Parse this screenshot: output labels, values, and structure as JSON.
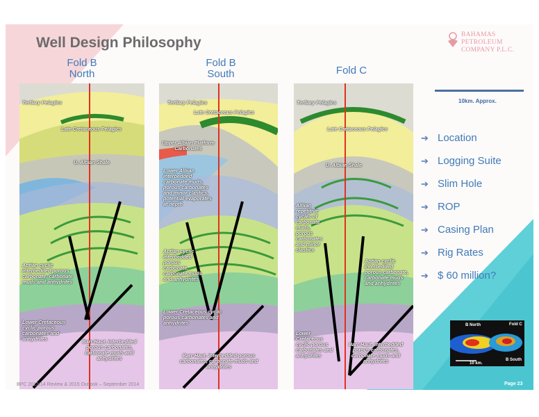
{
  "slide": {
    "title": "Well Design Philosophy",
    "logo": {
      "line1": "BAHAMAS",
      "line2": "PETROLEUM",
      "line3": "COMPANY P.L.C."
    },
    "footer": "BPC 2013/14 Review & 2015 Outlook – September 2014",
    "page": "Page 23"
  },
  "colors": {
    "accent_blue": "#3e7bb8",
    "pink_band": "#f7d6da",
    "teal_band": "#5fd0d8",
    "fault_line": "#000000",
    "well_line": "#e0301e"
  },
  "folds": [
    {
      "label_line1": "Fold B",
      "label_line2": "North",
      "labels": [
        "Tertiary Pelagics",
        "Late Cretaceous Pelagics",
        "U. Albian Shale",
        "Aptian cyclic interbedded porous carbonate, carbonate muds and anhydrites",
        "Lower Cretaceous cyclic porous carbonates and anhydrites",
        "Barr-Haut. interbedded porous carbonates, carbonate muds and anhydrites"
      ]
    },
    {
      "label_line1": "Fold B",
      "label_line2": "South",
      "labels": [
        "Tertiary Pelagics",
        "Late Cretaceous Pelagics",
        "Upper Albian Platform Carbonates",
        "Lower Albian interbedded carbonate muds, porous carbonates and minor clastics, potential evaporates at depth",
        "Aptian cyclic interbedded porous carbonate, carbonate muds and anhydrites",
        "Lower Cretaceous cyclic porous carbonates and anhydrites",
        "Barr-Haut. interbedded porous carbonates, carbonate muds and anhydrites"
      ]
    },
    {
      "label_line1": "Fold C",
      "label_line2": "",
      "labels": [
        "Tertiary Pelagics",
        "Late Cretaceous Pelagics",
        "U. Albian Shale",
        "Albian repetitive cycles of carbonate muds, porous carbonates and minor clastics",
        "Aptian cyclic interbedded porous carbonate, carbonate muds and anhydrites",
        "Lower Cretaceous cyclic porous carbonates and anhydrites",
        "Barr-Haut. interbedded porous carbonates, carbonate muds and anhydrites"
      ]
    }
  ],
  "scale": {
    "text": "10km. Approx."
  },
  "bullets": [
    {
      "icon": "chevron-right-icon",
      "text": "Location"
    },
    {
      "icon": "chevron-right-icon",
      "text": "Logging Suite"
    },
    {
      "icon": "chevron-right-icon",
      "text": "Slim Hole"
    },
    {
      "icon": "chevron-right-icon",
      "text": "ROP"
    },
    {
      "icon": "chevron-right-icon",
      "text": "Casing Plan"
    },
    {
      "icon": "chevron-right-icon",
      "text": "Rig Rates"
    },
    {
      "icon": "chevron-right-icon",
      "text": "$ 60 million?"
    }
  ],
  "map": {
    "b_north": "B North",
    "fold_c": "Fold C",
    "b_south": "B South",
    "scale": "10 km."
  }
}
